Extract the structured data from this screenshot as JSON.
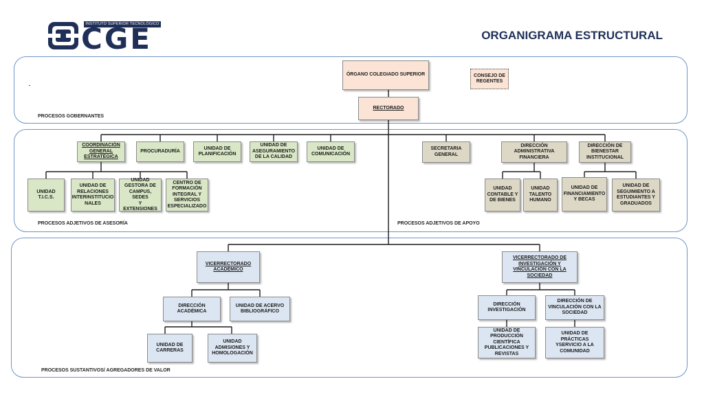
{
  "header": {
    "logo_subtitle": "INSTITUTO SUPERIOR TECNOLÓGICO",
    "logo_text": "CGE",
    "title": "ORGANIGRAMA ESTRUCTURAL"
  },
  "sections": {
    "gobernantes": "PROCESOS GOBERNANTES",
    "asesoria": "PROCESOS ADJETIVOS DE ASESORÍA",
    "apoyo": "PROCESOS ADJETIVOS DE APOYO",
    "sustantivos": "PROCESOS SUSTANTIVOS/ AGREGADORES DE VALOR"
  },
  "units": {
    "organo": "ÓRGANO COLEGIADO SUPERIOR",
    "consejo": "CONSEJO DE\nREGENTES",
    "rectorado": "RECTORADO",
    "coordinacion": "COORDINACIÓN\nGENERAL\nESTRATÉGICA",
    "procuraduria": "PROCURADURÍA",
    "planificacion": "UNIDAD DE\nPLANIFICACIÓN",
    "aseguramiento": "UNIDAD DE\nASEGURAMIENTO\nDE LA CALIDAD",
    "comunicacion": "UNIDAD DE\nCOMUNICACIÓN",
    "secretaria": "SECRETARIA\nGENERAL",
    "dir_administrativa": "DIRECCIÓN\nADMINISTRATIVA\nFINANCIERA",
    "dir_bienestar": "DIRECCIÓN DE\nBIENESTAR\nINSTITUCIONAL",
    "tics": "UNIDAD\nT.I.C.S.",
    "relaciones": "UNIDAD  DE\nRELACIONES\nINTERINSTITUCIO\nNALES",
    "gestora": "UNIDAD\nGESTORA DE\nCAMPUS, SEDES\nY EXTENSIONES",
    "centro": "CENTRO DE\nFORMACIÓN\nINTEGRAL Y\nSERVICIOS\nESPECIALIZADO",
    "contable": "UNIDAD\nCONTABLE Y\nDE BIENES",
    "talento": "UNIDAD\nTALENTO\nHUMANO",
    "financiamiento": "UNIDAD DE\nFINANCIAMIENTO\nY BECAS",
    "seguimiento": "UNIDAD DE\nSEGUIMIENTO A\nESTUDIANTES Y\nGRADUADOS",
    "vice_academico": "VICERRECTORADO\nACADÉMICO",
    "vice_investigacion": "VICERRECTORADO DE\nINVESTIGACIÓN Y\nVINCULACIÓN CON LA\nSOCIEDAD",
    "dir_academica": "DIRECCIÓN\nACADÉMICA",
    "acervo": "UNIDAD DE ACERVO\nBIBLIOGRÁFICO",
    "dir_investigacion": "DIRECCIÓN\nINVESTIGACIÓN",
    "dir_vinculacion": "DIRECCIÓN DE\nVINCULACIÓN CON LA\nSOCIEDAD",
    "carreras": "UNIDAD DE\nCARRERAS",
    "admisiones": "UNIDAD\nADMISIONES Y\nHOMOLOGACIÓN",
    "produccion": "UNIDAD DE\nPRODUCCIÓN\nCIENTÍFICA\nPUBLICACIONES  Y\nREVISTAS",
    "practicas": "UNIDAD DE PRÁCTICAS\nYSERVICIO A LA\nCOMUNIDAD"
  }
}
